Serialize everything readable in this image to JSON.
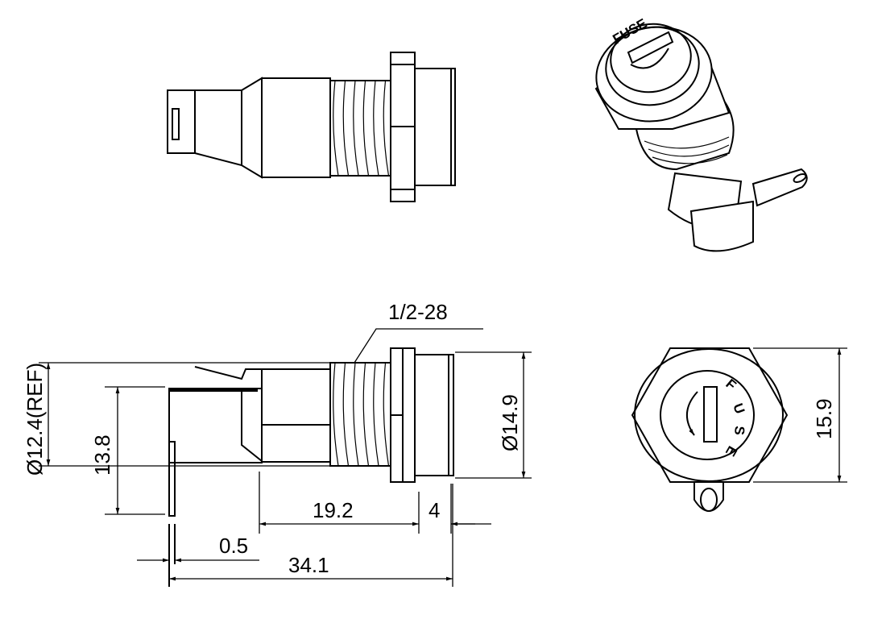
{
  "title": "Panel-mount fuse holder dimensional drawing",
  "views": {
    "top_side": "side-view",
    "isometric": "isometric-view",
    "dimensioned_side": "dimensioned-side-view",
    "front": "front-view"
  },
  "labels": {
    "fuse_cap_text": "FUSE",
    "fuse_letters": [
      "F",
      "U",
      "S",
      "E"
    ]
  },
  "dimensions": {
    "thread": "1/2-28",
    "body_diameter": "Ø12.4(REF)",
    "flange_diameter": "Ø14.9",
    "pin_height": "13.8",
    "thread_length": "19.2",
    "cap_length": "4",
    "pin_thickness": "0.5",
    "overall_length": "34.1",
    "hex_across_flats": "15.9"
  },
  "colors": {
    "line": "#000000",
    "background": "#ffffff"
  }
}
